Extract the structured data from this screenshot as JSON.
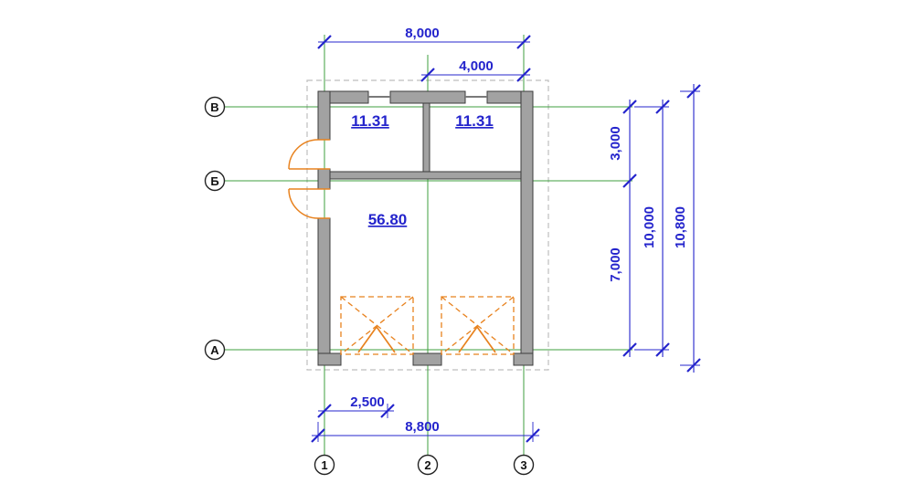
{
  "drawing": {
    "dims": {
      "top_overall": "8,000",
      "top_right": "4,000",
      "right_upper": "3,000",
      "right_lower": "7,000",
      "right_axes_total": "10,000",
      "right_overall": "10,800",
      "bottom_left": "2,500",
      "bottom_overall": "8,800"
    },
    "rooms": [
      {
        "area": "11.31"
      },
      {
        "area": "11.31"
      },
      {
        "area": "56.80"
      }
    ],
    "axes": {
      "horizontal": [
        {
          "label": "В"
        },
        {
          "label": "Б"
        },
        {
          "label": "А"
        }
      ],
      "vertical": [
        {
          "label": "1"
        },
        {
          "label": "2"
        },
        {
          "label": "3"
        }
      ]
    },
    "colors": {
      "dimension_blue": "#2424cc",
      "grid_green": "#3f9f3f",
      "wall_gray": "#a2a2a2",
      "door_orange": "#e8821e"
    }
  }
}
